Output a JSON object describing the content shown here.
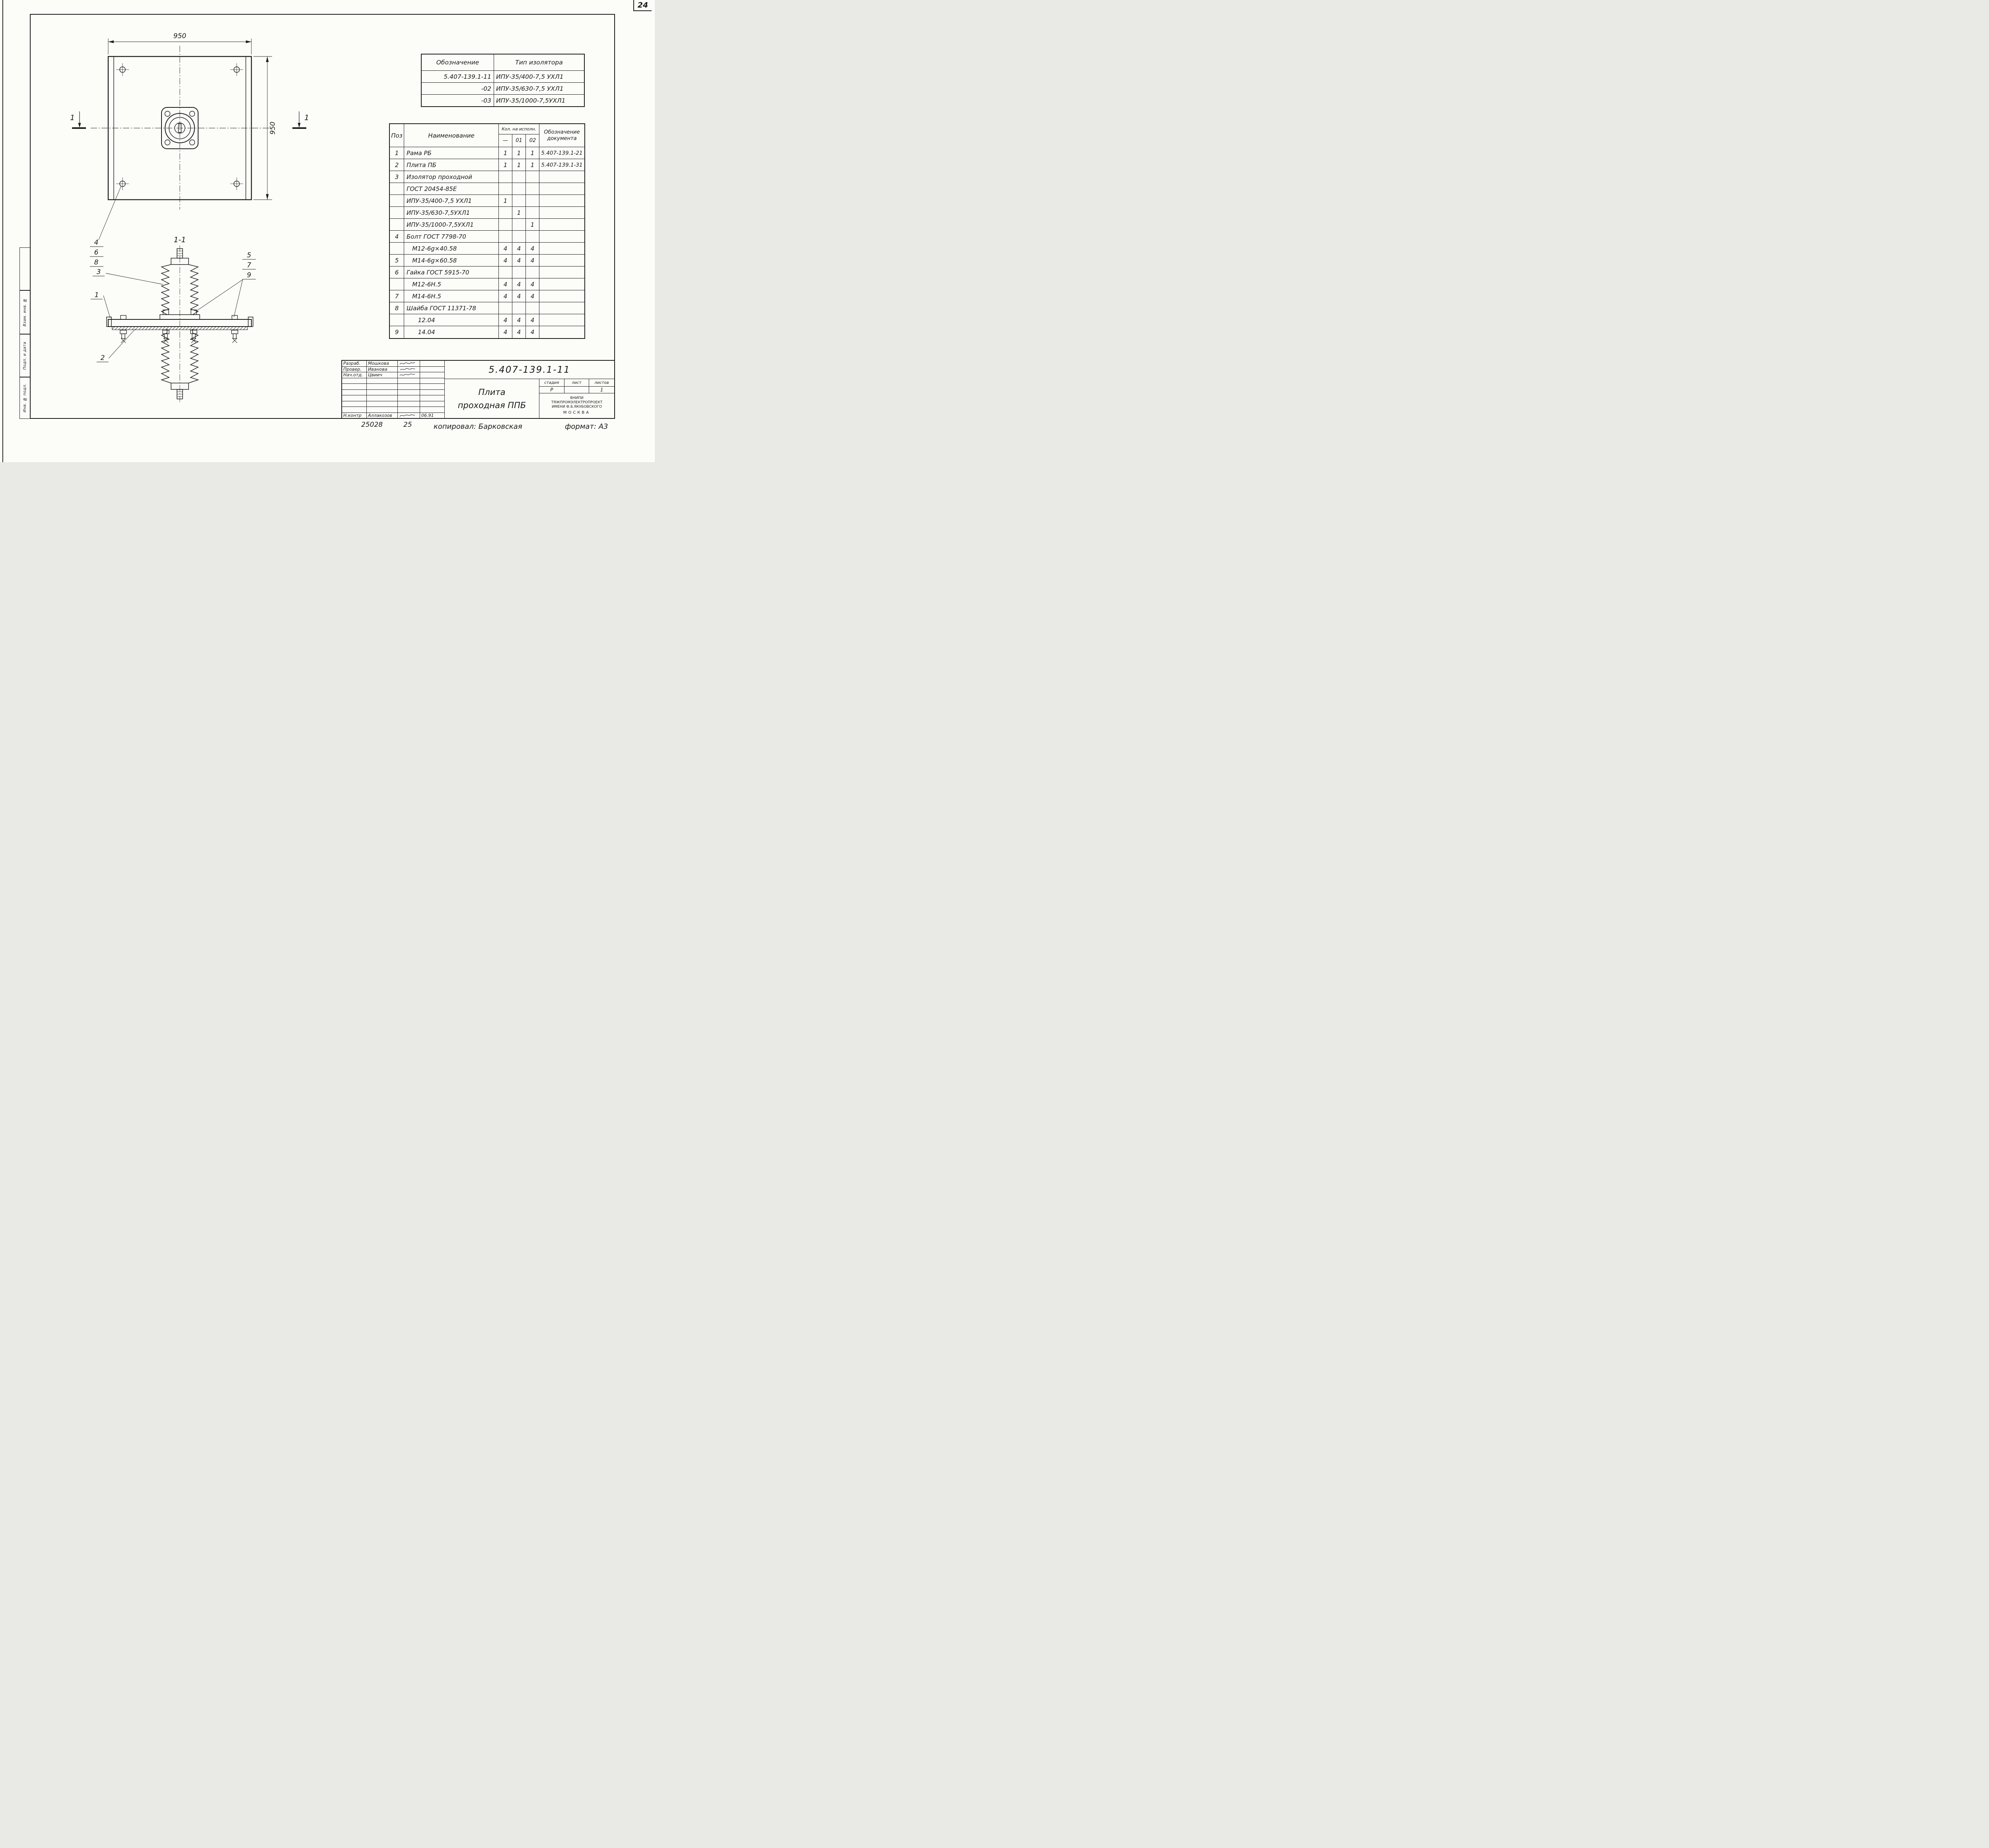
{
  "page": {
    "sheet_number": "24",
    "footer_order_number": "25028",
    "footer_sheet": "25",
    "copied_by": "копировал: Барковская",
    "format": "формат: А3"
  },
  "margin_stamps": {
    "items": [
      {
        "label": "Взам. инв. №"
      },
      {
        "label": "Подп. и дата"
      },
      {
        "label": "Инв. № подл."
      }
    ]
  },
  "type_table": {
    "col_designation": "Обозначение",
    "col_type": "Тип изолятора",
    "rows": [
      {
        "designation": "5.407-139.1-11",
        "type": "ИПУ-35/400-7,5 УХЛ1"
      },
      {
        "designation": "-02",
        "type": "ИПУ-35/630-7,5 УХЛ1"
      },
      {
        "designation": "-03",
        "type": "ИПУ-35/1000-7,5УХЛ1"
      }
    ]
  },
  "parts_table": {
    "col_poz": "Поз",
    "col_name": "Наименование",
    "col_qty_group": "Кол. на исполн.",
    "col_qty_base": "—",
    "col_qty_01": "01",
    "col_qty_02": "02",
    "col_doc": "Обозначение документа",
    "rows": [
      {
        "poz": "1",
        "name": "Рама РБ",
        "q0": "1",
        "q1": "1",
        "q2": "1",
        "doc": "5.407-139.1-21"
      },
      {
        "poz": "2",
        "name": "Плита ПБ",
        "q0": "1",
        "q1": "1",
        "q2": "1",
        "doc": "5.407-139.1-31"
      },
      {
        "poz": "3",
        "name": "Изолятор проходной",
        "q0": "",
        "q1": "",
        "q2": "",
        "doc": ""
      },
      {
        "poz": "",
        "name": "ГОСТ 20454-85Е",
        "q0": "",
        "q1": "",
        "q2": "",
        "doc": ""
      },
      {
        "poz": "",
        "name": "ИПУ-35/400-7,5 УХЛ1",
        "q0": "1",
        "q1": "",
        "q2": "",
        "doc": ""
      },
      {
        "poz": "",
        "name": "ИПУ-35/630-7,5УХЛ1",
        "q0": "",
        "q1": "1",
        "q2": "",
        "doc": ""
      },
      {
        "poz": "",
        "name": "ИПУ-35/1000-7,5УХЛ1",
        "q0": "",
        "q1": "",
        "q2": "1",
        "doc": ""
      },
      {
        "poz": "4",
        "name": "Болт ГОСТ 7798-70",
        "q0": "",
        "q1": "",
        "q2": "",
        "doc": ""
      },
      {
        "poz": "",
        "name": "   М12-6g×40.58",
        "q0": "4",
        "q1": "4",
        "q2": "4",
        "doc": ""
      },
      {
        "poz": "5",
        "name": "   М14-6g×60.58",
        "q0": "4",
        "q1": "4",
        "q2": "4",
        "doc": ""
      },
      {
        "poz": "6",
        "name": "Гайка ГОСТ 5915-70",
        "q0": "",
        "q1": "",
        "q2": "",
        "doc": ""
      },
      {
        "poz": "",
        "name": "   М12-6Н.5",
        "q0": "4",
        "q1": "4",
        "q2": "4",
        "doc": ""
      },
      {
        "poz": "7",
        "name": "   М14-6Н.5",
        "q0": "4",
        "q1": "4",
        "q2": "4",
        "doc": ""
      },
      {
        "poz": "8",
        "name": "Шайба ГОСТ 11371-78",
        "q0": "",
        "q1": "",
        "q2": "",
        "doc": ""
      },
      {
        "poz": "",
        "name": "      12.04",
        "q0": "4",
        "q1": "4",
        "q2": "4",
        "doc": ""
      },
      {
        "poz": "9",
        "name": "      14.04",
        "q0": "4",
        "q1": "4",
        "q2": "4",
        "doc": ""
      }
    ]
  },
  "title_block": {
    "doc_number": "5.407-139.1-11",
    "title_line1": "Плита",
    "title_line2": "проходная ППБ",
    "signature_rows": [
      {
        "role": "Разраб.",
        "name": "Мошкова",
        "date": ""
      },
      {
        "role": "Провер.",
        "name": "Иванова",
        "date": ""
      },
      {
        "role": "Нач.отд.",
        "name": "Цвиич",
        "date": ""
      },
      {
        "role": "Н.контр",
        "name": "Аллакозов",
        "date": "06.91"
      }
    ],
    "col_stage": "стадия",
    "col_sheet": "лист",
    "col_sheets": "листов",
    "stage": "Р",
    "sheet": "",
    "sheets": "1",
    "org_line1": "ВНИПИ",
    "org_line2": "ТЯЖПРОМЭЛЕКТРОПРОЕКТ",
    "org_line3": "ИМЕНИ Ф.Б.ЯКУБОВСКОГО",
    "org_city": "МОСКВА"
  },
  "drawing": {
    "dim_top": "950",
    "dim_side": "950",
    "section_mark_left": "1",
    "section_mark_right": "1",
    "section_title": "1-1",
    "callouts_m12": [
      "4",
      "6",
      "8"
    ],
    "callout_insulator": "3",
    "callout_frame": "1",
    "callout_plate": "2",
    "callouts_m14": [
      "5",
      "7",
      "9"
    ]
  }
}
